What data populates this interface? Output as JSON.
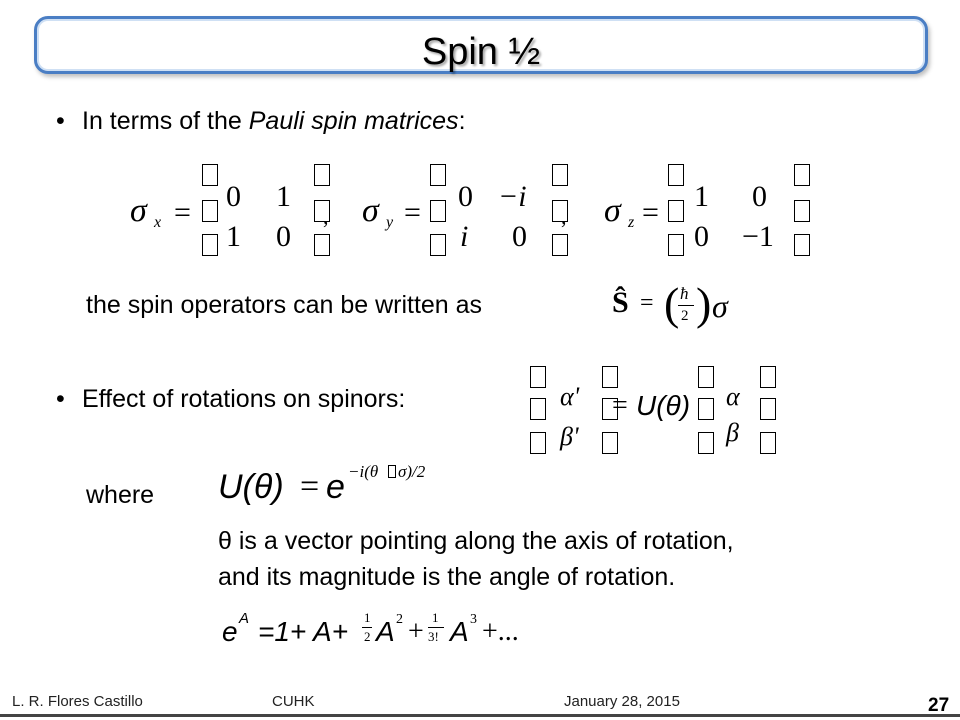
{
  "slide": {
    "title": "Spin ½",
    "bullet1": {
      "prefix": "In terms of the ",
      "emph": "Pauli spin matrices",
      "suffix": ":"
    },
    "spin_operators_text": "the spin operators can be written as",
    "bullet2": "Effect of rotations on spinors:",
    "where_label": "where",
    "theta_line1": "θ is a vector pointing along the axis of rotation,",
    "theta_line2": "and its magnitude is the angle of rotation.",
    "footer": {
      "author": "L. R. Flores Castillo",
      "org": "CUHK",
      "date": "January 28, 2015",
      "page": "27"
    }
  },
  "math": {
    "sigma": "σ",
    "sub_x": "x",
    "sub_y": "y",
    "sub_z": "z",
    "eq": "=",
    "sx_r1": [
      "0",
      "1"
    ],
    "sx_r2": [
      "1",
      "0"
    ],
    "sy_r1": [
      "0",
      "−i"
    ],
    "sy_r2": [
      "i",
      "0"
    ],
    "sz_r1": [
      "1",
      "0"
    ],
    "sz_r2": [
      "0",
      "−1"
    ],
    "comma": ",",
    "S_hat": "Ŝ",
    "hbar": "ħ",
    "two": "2",
    "alpha_p": "α'",
    "beta_p": "β'",
    "alpha": "α",
    "beta": "β",
    "U_theta": "U(θ)",
    "exp_e": "e",
    "exp_power": "−i(θ",
    "exp_power_end": "σ)/2",
    "series": {
      "lhs": "e",
      "lhs_sup": "A",
      "rhs1": "=1+ A+",
      "half_num": "1",
      "half_den": "2",
      "A2": "A",
      "sup2": "2",
      "plus": "+",
      "third_num": "1",
      "third_den": "3!",
      "A3": "A",
      "sup3": "3",
      "tail": "+..."
    }
  }
}
